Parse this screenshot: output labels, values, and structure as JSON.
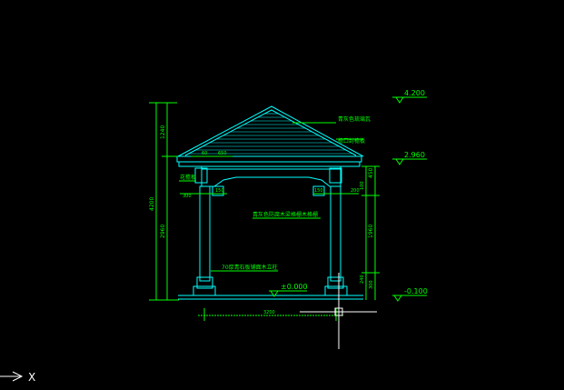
{
  "colors": {
    "background": "#000000",
    "structure": "#00ffff",
    "dimension": "#00ff00",
    "annotation": "#00ff00",
    "elevation": "#00ff00",
    "cursor": "#ffffff",
    "text": "#00ff00"
  },
  "elevations": {
    "top": "4.200",
    "eave": "2.960",
    "ground": "±0.000",
    "base": "-0.100"
  },
  "dimensions": {
    "total_height": "4200",
    "roof_height": "1240",
    "column_height": "2960",
    "right_mid": "1960",
    "right_upper": "450",
    "right_small_a": "100",
    "right_small_b": "240",
    "right_bottom": "300",
    "eave_small": "60",
    "eave_left": "650",
    "beam_left": "150",
    "beam_right": "150",
    "column_left": "300",
    "column_right": "200",
    "bottom_span": "3200"
  },
  "annotations": {
    "roof_tile": "青灰色琉璃瓦",
    "roof_board": "檐口封檐板",
    "eave_label": "花檐板",
    "beam_label": "青灰色防腐木梁格栅木格栅",
    "column_label": "70厚青石板铺面木立柱"
  },
  "ucs": {
    "x_label": "X"
  }
}
